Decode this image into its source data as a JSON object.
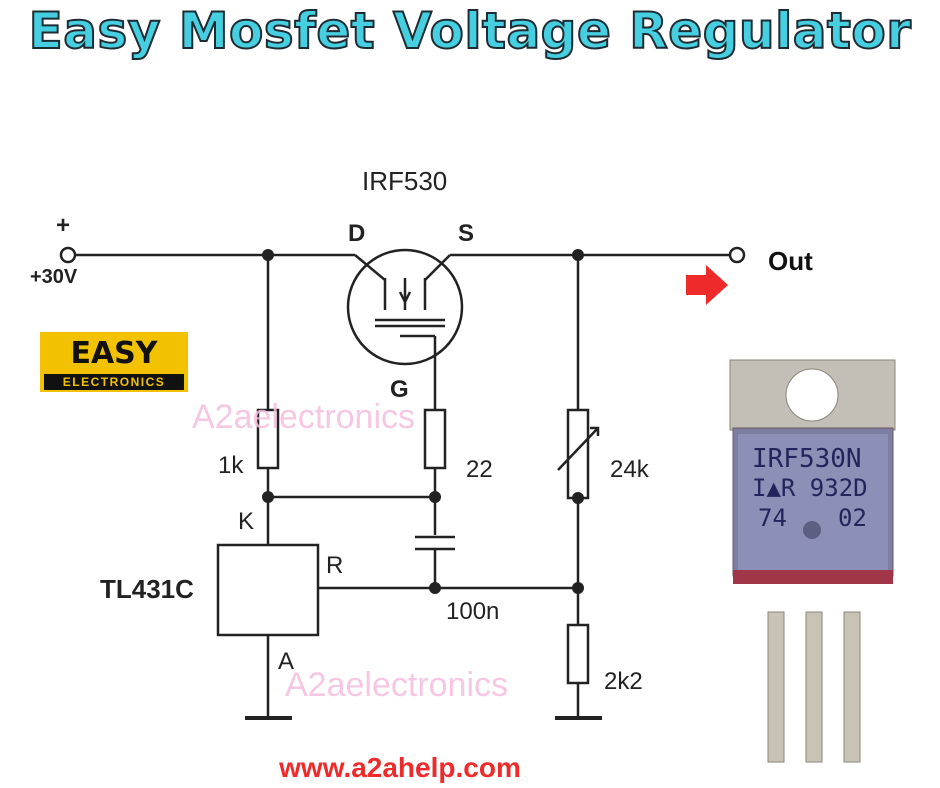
{
  "title": "Easy Mosfet Voltage Regulator",
  "badge": {
    "line1": "EASY",
    "line2": "ELECTRONICS"
  },
  "watermark": "A2aelectronics",
  "url": "www.a2ahelp.com",
  "labels": {
    "plus": "+",
    "supply": "+30V",
    "mosfet": "IRF530",
    "drain": "D",
    "source": "S",
    "gate": "G",
    "out": "Out",
    "r1": "1k",
    "r2": "22",
    "pot": "24k",
    "r3": "2k2",
    "cap": "100n",
    "ic": "TL431C",
    "k": "K",
    "r": "R",
    "a": "A"
  },
  "chip": {
    "line1": "IRF530N",
    "line2": "I▲R 932D",
    "line3": "74",
    "line4": "02"
  },
  "colors": {
    "title": "#46cfe0",
    "badge": "#f2c200",
    "arrow": "#ee2a2a",
    "watermark": "#f5bedd",
    "url": "#ee2a2a"
  }
}
